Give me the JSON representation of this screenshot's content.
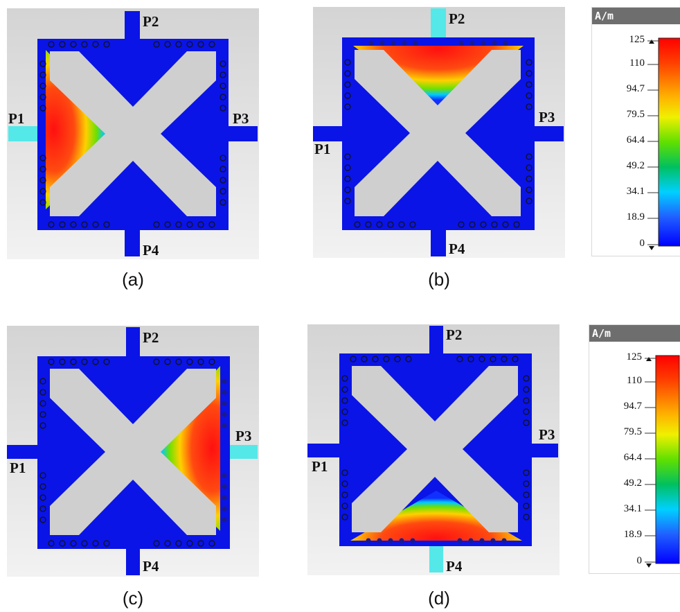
{
  "panels": [
    {
      "caption": "(a)",
      "active_port": "P1"
    },
    {
      "caption": "(b)",
      "active_port": "P2"
    },
    {
      "caption": "(c)",
      "active_port": "P3"
    },
    {
      "caption": "(d)",
      "active_port": "P4"
    }
  ],
  "ports": {
    "p1": "P1",
    "p2": "P2",
    "p3": "P3",
    "p4": "P4"
  },
  "color_scale": {
    "unit": "A/m",
    "ticks": [
      "125",
      "110",
      "94.7",
      "79.5",
      "64.4",
      "49.2",
      "34.1",
      "18.9",
      "0"
    ]
  },
  "colors": {
    "substrate": "#0a14e6",
    "metal": "#cfcfcf",
    "background_top": "#d6d6d6",
    "background_bottom": "#f2f2f2",
    "field_max": "#ff1010",
    "field_min": "#0000ff"
  }
}
